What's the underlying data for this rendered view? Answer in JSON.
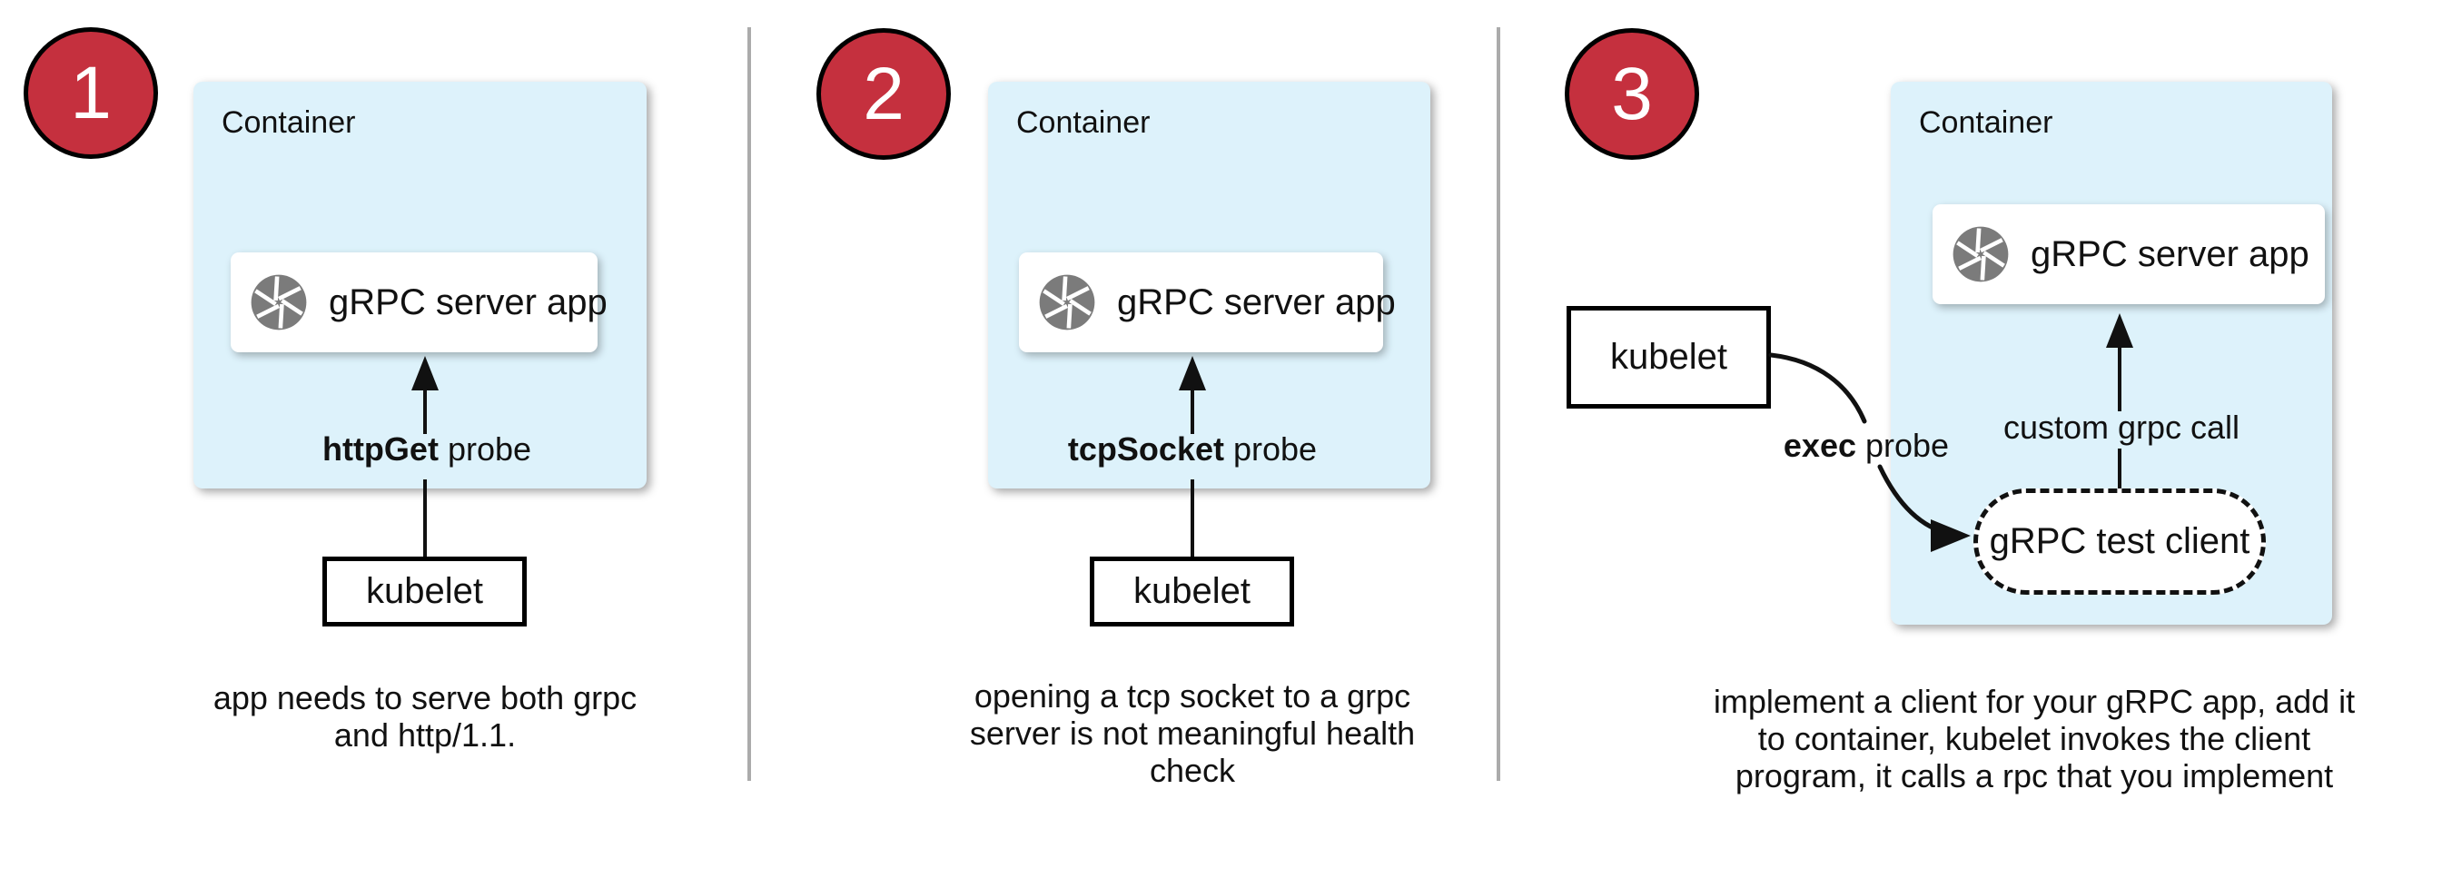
{
  "colors": {
    "container_fill": "#DDF2FB",
    "badge_fill": "#C5303E",
    "badge_border": "#000000",
    "divider_gray": "#ABABAB",
    "icon_gray": "#7B7B7B",
    "line_black": "#111111"
  },
  "panels": [
    {
      "badge": "1",
      "container_label": "Container",
      "app_label": "gRPC server app",
      "app_icon": "aperture-icon",
      "probe_bold": "httpGet",
      "probe_regular": " probe",
      "kubelet_label": "kubelet",
      "caption_lines": [
        "app needs to serve both grpc",
        "and http/1.1."
      ]
    },
    {
      "badge": "2",
      "container_label": "Container",
      "app_label": "gRPC server app",
      "app_icon": "aperture-icon",
      "probe_bold": "tcpSocket",
      "probe_regular": " probe",
      "kubelet_label": "kubelet",
      "caption_lines": [
        "opening a tcp socket to a grpc",
        "server is not meaningful health",
        "check"
      ]
    },
    {
      "badge": "3",
      "container_label": "Container",
      "app_label": "gRPC server app",
      "app_icon": "aperture-icon",
      "probe_bold": "exec",
      "probe_regular": " probe",
      "kubelet_label": "kubelet",
      "grpc_call_label": "custom grpc call",
      "test_client_label": "gRPC test client",
      "caption_lines": [
        "implement a client for your gRPC app, add it",
        "to container, kubelet invokes the client",
        "program, it calls a rpc that you implement"
      ]
    }
  ]
}
